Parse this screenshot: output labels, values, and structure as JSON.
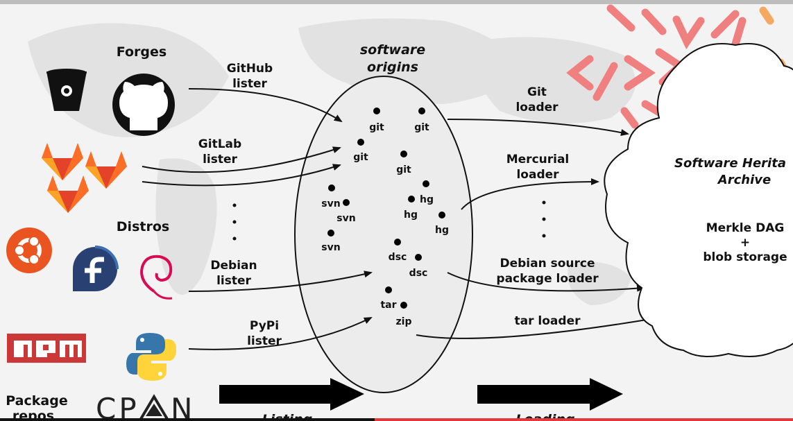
{
  "sections": {
    "forges": "Forges",
    "distros": "Distros",
    "package_repos_line1": "Package",
    "package_repos_line2": "repos"
  },
  "origins": {
    "title_line1": "software",
    "title_line2": "origins",
    "points": [
      "git",
      "git",
      "git",
      "git",
      "hg",
      "svn",
      "hg",
      "svn",
      "hg",
      "svn",
      "dsc",
      "dsc",
      "tar",
      "zip"
    ]
  },
  "listers": {
    "github": [
      "GitHub",
      "lister"
    ],
    "gitlab": [
      "GitLab",
      "lister"
    ],
    "debian": [
      "Debian",
      "lister"
    ],
    "pypi": [
      "PyPi",
      "lister"
    ]
  },
  "loaders": {
    "git": [
      "Git",
      "loader"
    ],
    "mercurial": [
      "Mercurial",
      "loader"
    ],
    "debian": [
      "Debian source",
      "package loader"
    ],
    "tar": "tar loader"
  },
  "archive": {
    "title_line1": "Software Herita",
    "title_line2": "Archive",
    "line1": "Merkle DAG",
    "line2": "+",
    "line3": "blob storage"
  },
  "phases": {
    "listing": "Listing",
    "loading": "Loading"
  },
  "logos": {
    "npm": "npm",
    "cpan": "CPAN"
  },
  "colors": {
    "accent_red": "#e23b3b",
    "symbol_pink": "#f08080",
    "symbol_orange": "#f5a860",
    "gitlab_orange": "#fc6d26",
    "ubuntu_orange": "#e95420",
    "fedora_blue": "#294172",
    "debian_red": "#d70a53",
    "npm_red": "#cb3837",
    "python_blue": "#3776ab",
    "python_yellow": "#ffd43b"
  },
  "icons": [
    "bitbucket-icon",
    "github-icon",
    "gitlab-icon",
    "ubuntu-icon",
    "fedora-icon",
    "debian-icon",
    "npm-logo",
    "python-icon",
    "cpan-logo"
  ]
}
